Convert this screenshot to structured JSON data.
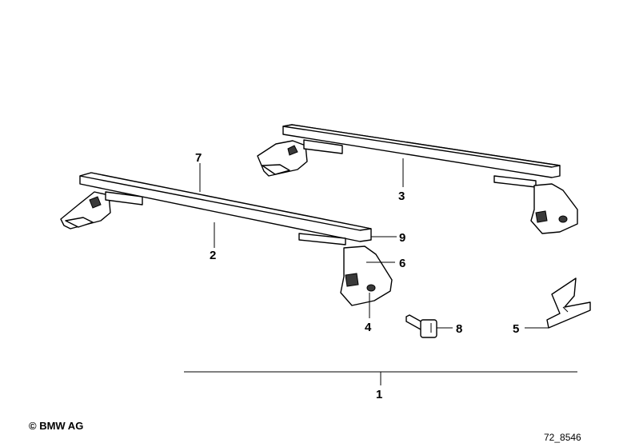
{
  "callouts": {
    "c1": "1",
    "c2": "2",
    "c3": "3",
    "c4": "4",
    "c5": "5",
    "c6": "6",
    "c7": "7",
    "c8": "8",
    "c9": "9"
  },
  "footer": {
    "copyright": "© BMW AG",
    "reference": "72_8546"
  }
}
